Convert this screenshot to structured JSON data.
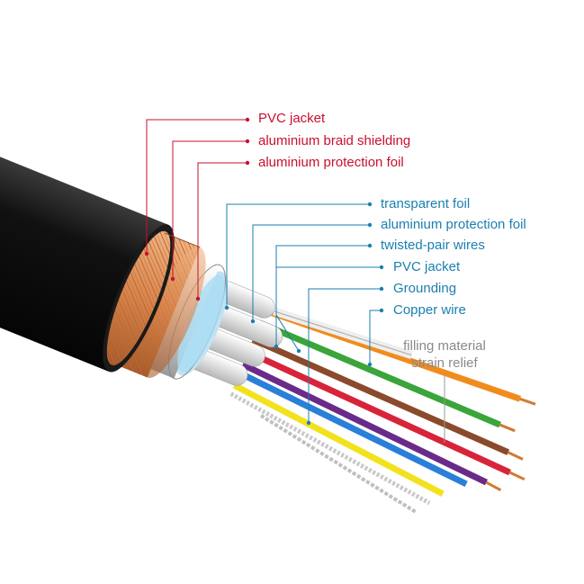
{
  "outer_labels": [
    {
      "text": "PVC jacket"
    },
    {
      "text": "aluminium braid shielding"
    },
    {
      "text": "aluminium protection foil"
    }
  ],
  "inner_labels": [
    {
      "text": "transparent foil"
    },
    {
      "text": "aluminium protection foil"
    },
    {
      "text": "twisted-pair wires"
    },
    {
      "text": "PVC jacket"
    },
    {
      "text": "Grounding"
    },
    {
      "text": "Copper wire"
    }
  ],
  "filling_label": {
    "line1": "filling material",
    "line2": "strain relief"
  },
  "colors": {
    "outer": "#c8102e",
    "inner": "#1a7fb0",
    "note": "#8a8a8a",
    "jacket": "#151515",
    "braid": "#d98a4e"
  }
}
